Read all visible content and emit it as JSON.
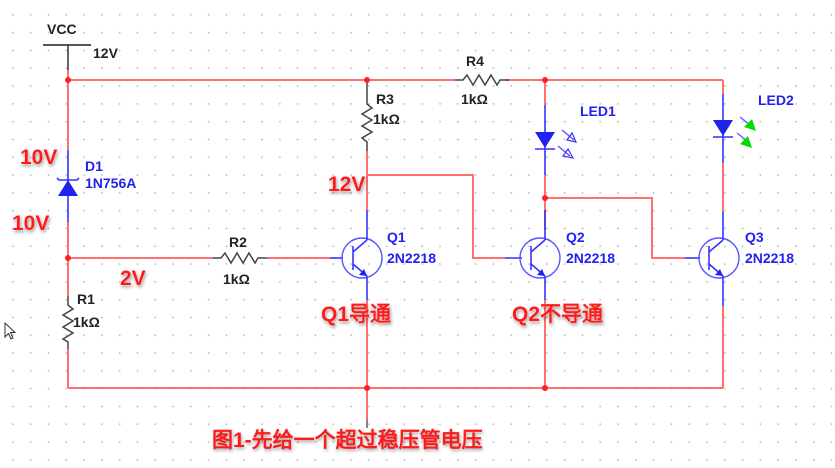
{
  "supply": {
    "name": "VCC",
    "voltage": "12V"
  },
  "components": {
    "D1": {
      "ref": "D1",
      "part": "1N756A",
      "type": "zener-diode"
    },
    "R1": {
      "ref": "R1",
      "value": "1kΩ"
    },
    "R2": {
      "ref": "R2",
      "value": "1kΩ"
    },
    "R3": {
      "ref": "R3",
      "value": "1kΩ"
    },
    "R4": {
      "ref": "R4",
      "value": "1kΩ"
    },
    "LED1": {
      "ref": "LED1",
      "color": "#3333ff"
    },
    "LED2": {
      "ref": "LED2",
      "color": "#00dd00"
    },
    "Q1": {
      "ref": "Q1",
      "part": "2N2218"
    },
    "Q2": {
      "ref": "Q2",
      "part": "2N2218"
    },
    "Q3": {
      "ref": "Q3",
      "part": "2N2218"
    }
  },
  "annotations": {
    "zener_top": "10V",
    "zener_bottom": "10V",
    "q1_base": "2V",
    "q1_collector": "12V",
    "q1_state": "Q1导通",
    "q2_state": "Q2不导通"
  },
  "caption": "图1-先给一个超过稳压管电压",
  "colors": {
    "wire": "#ff7070",
    "component": "#3333ff",
    "annotation": "#ff1a1a"
  }
}
